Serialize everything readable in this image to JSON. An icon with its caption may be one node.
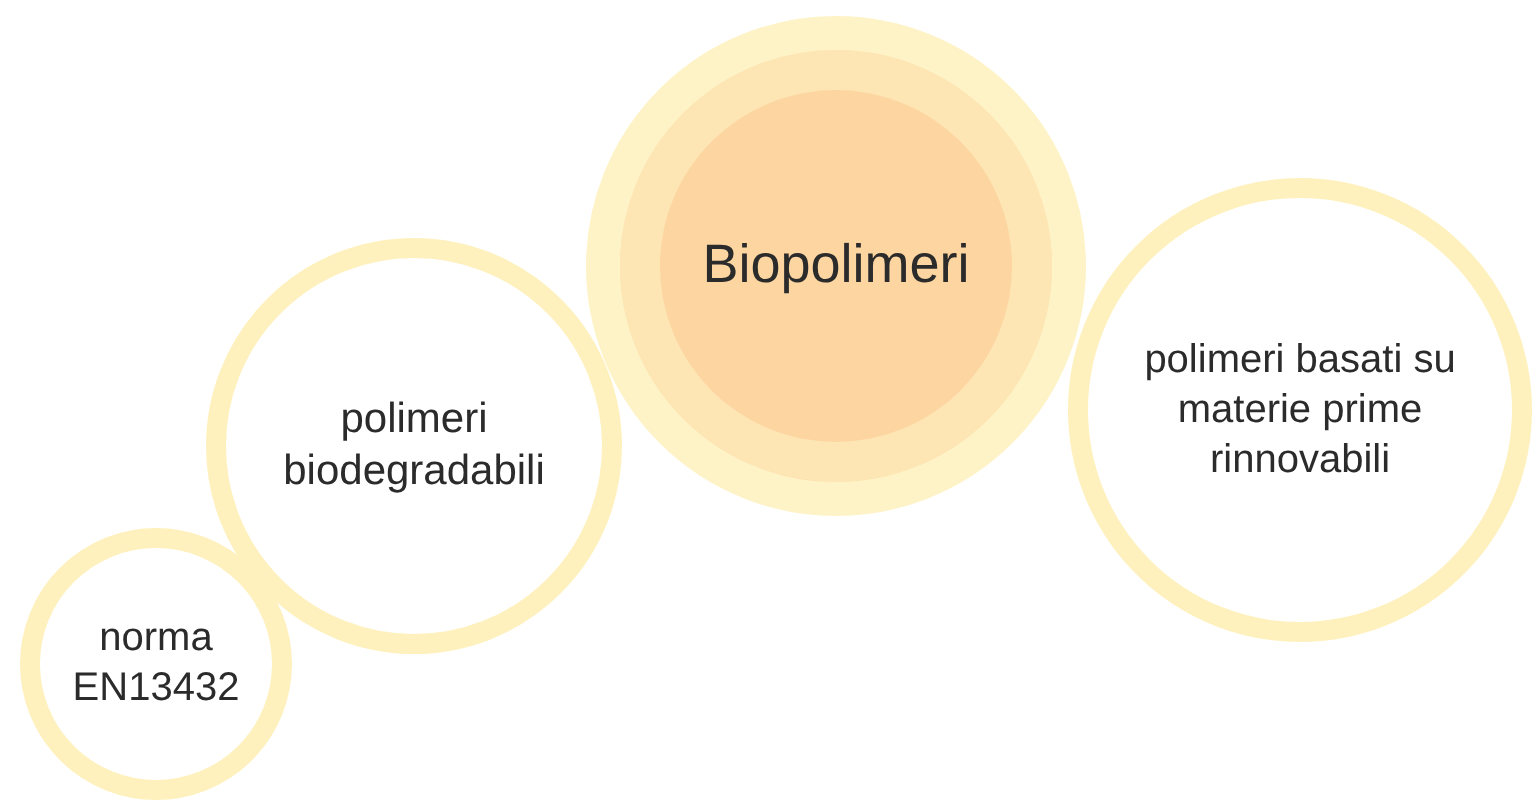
{
  "diagram": {
    "nodes": [
      {
        "text": [
          "Biopolimeri"
        ]
      },
      {
        "text": [
          "polimeri biodegradabili"
        ]
      },
      {
        "text": [
          "norma EN13432"
        ]
      },
      {
        "text": [
          "polimeri basati su materie prime rinnovabili"
        ]
      }
    ]
  }
}
